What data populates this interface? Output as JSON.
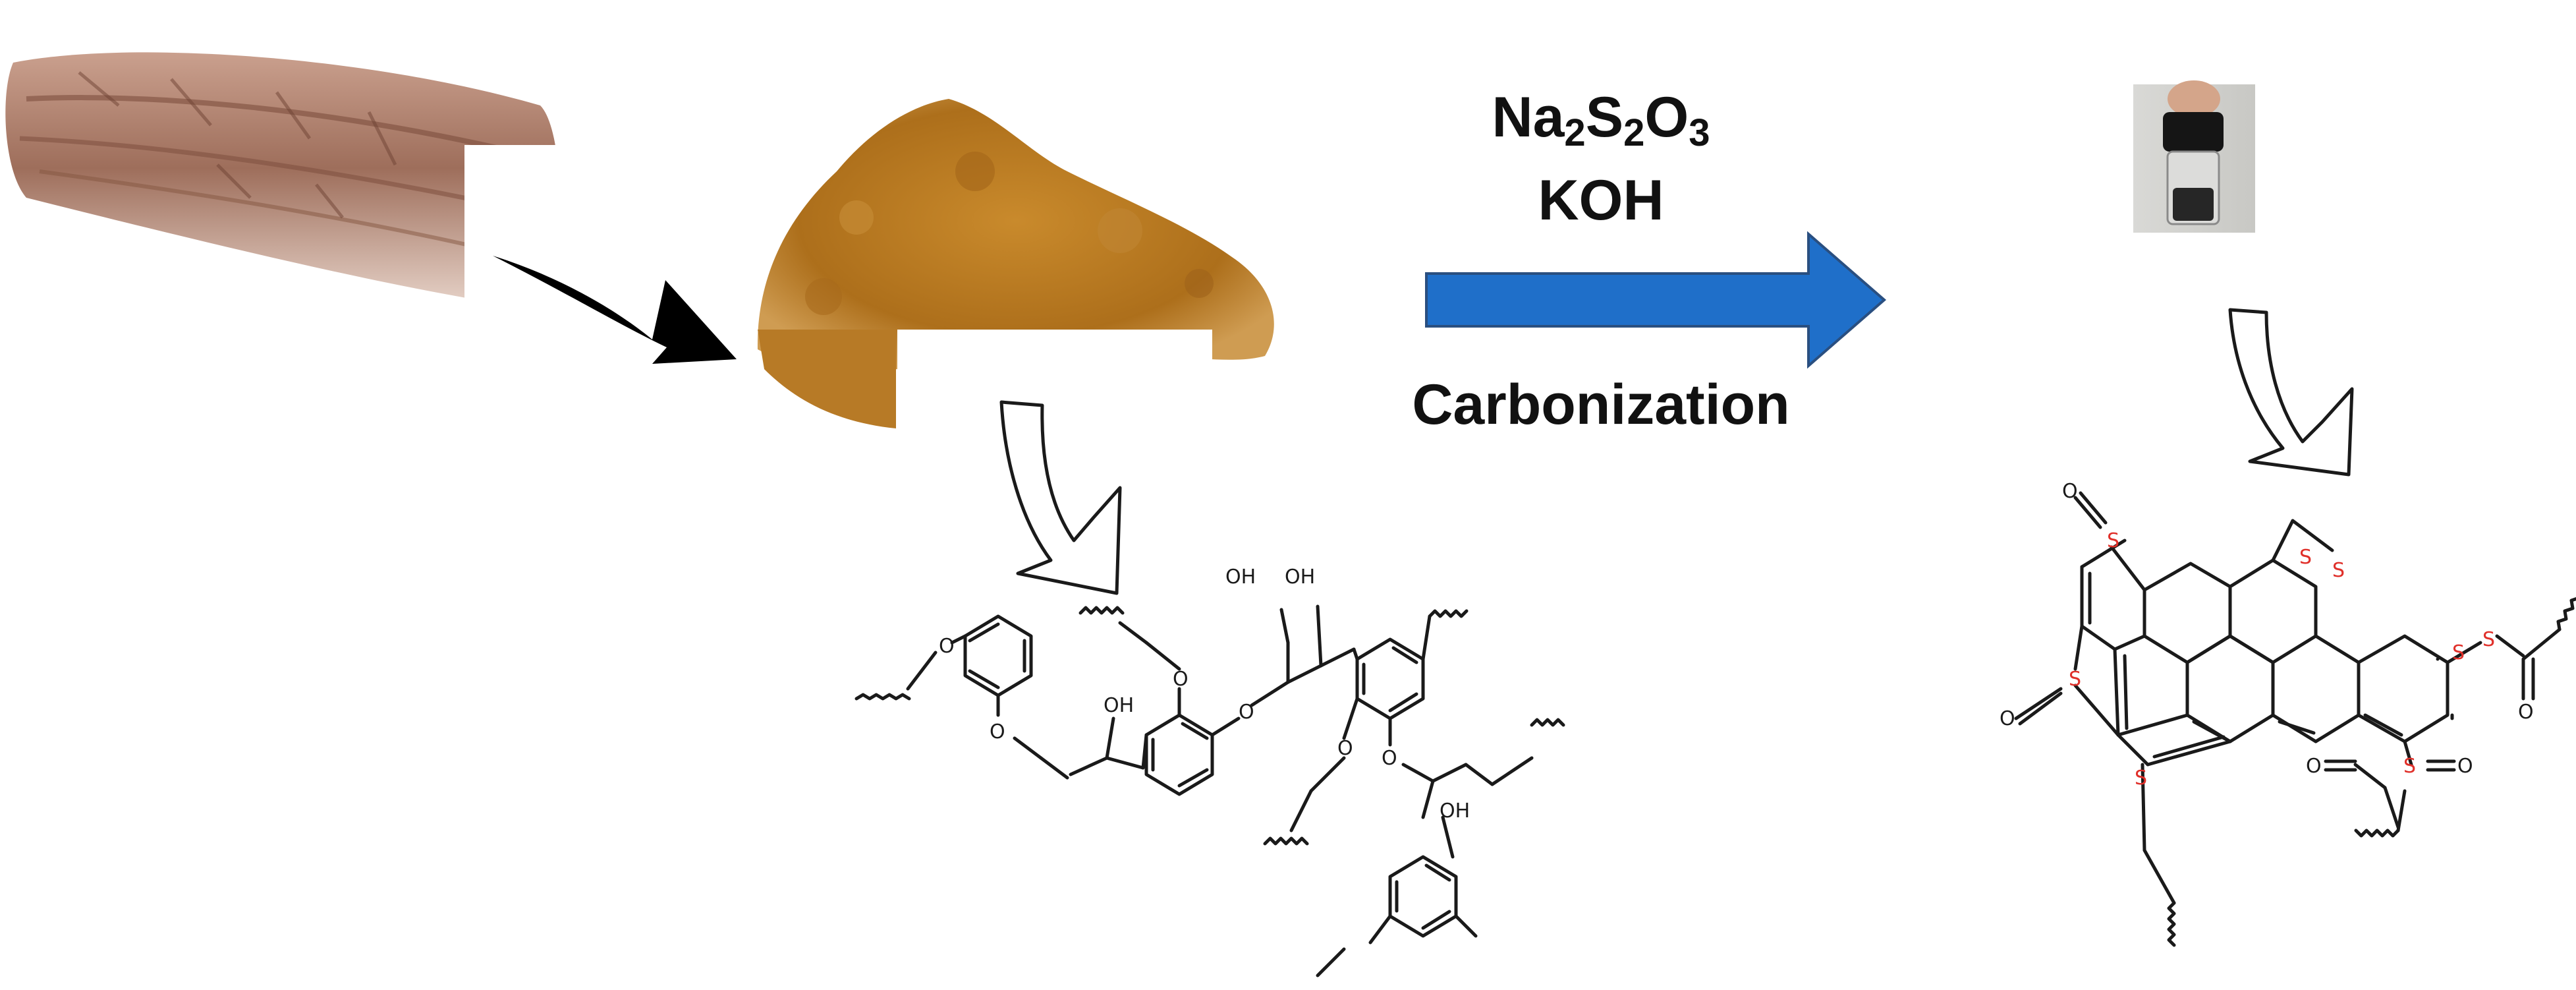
{
  "reagents": {
    "reagent_1": {
      "parts": [
        "Na",
        "2",
        "S",
        "2",
        "O",
        "3"
      ]
    },
    "reagent_2": "KOH"
  },
  "process_label": "Carbonization",
  "lignin_structure": {
    "substituents": [
      "OH",
      "OH",
      "OH",
      "OH"
    ]
  },
  "product_structure": {
    "sulfur_label": "S",
    "oxygen_label": "O"
  },
  "colors": {
    "process_arrow": "#1f6fc9",
    "process_arrow_border": "#2a4f80",
    "sulfur": "#e0302a",
    "bond": "#1a1a1a",
    "wood_bark": "#9c6a58",
    "powder": "#b8781f"
  }
}
